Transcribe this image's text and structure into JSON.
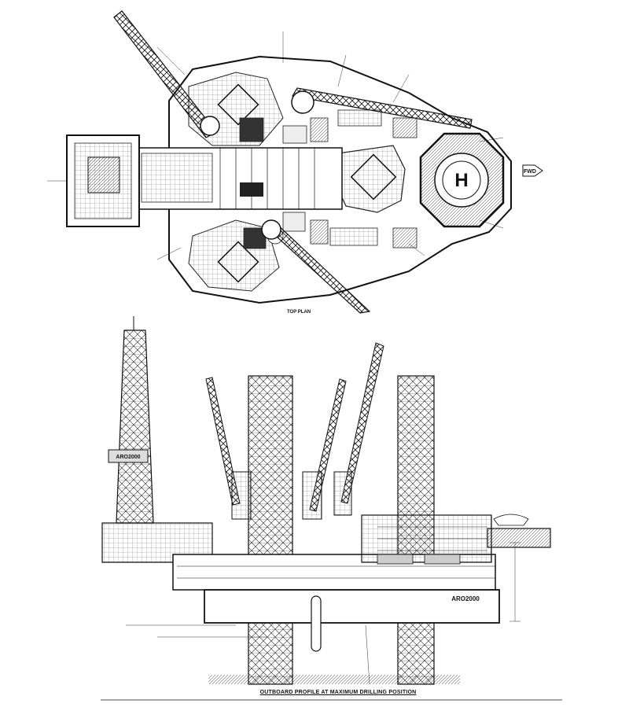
{
  "top_plan": {
    "title": "TOP PLAN",
    "fwd_label": "FWD",
    "helideck_mark": "H"
  },
  "profile": {
    "title": "OUTBOARD PROFILE AT MAXIMUM DRILLING POSITION",
    "hull_name": "ARO2000",
    "derrick_name": "ARO2000"
  },
  "colors": {
    "ink": "#111111",
    "paper": "#ffffff",
    "hatch": "#444444"
  }
}
